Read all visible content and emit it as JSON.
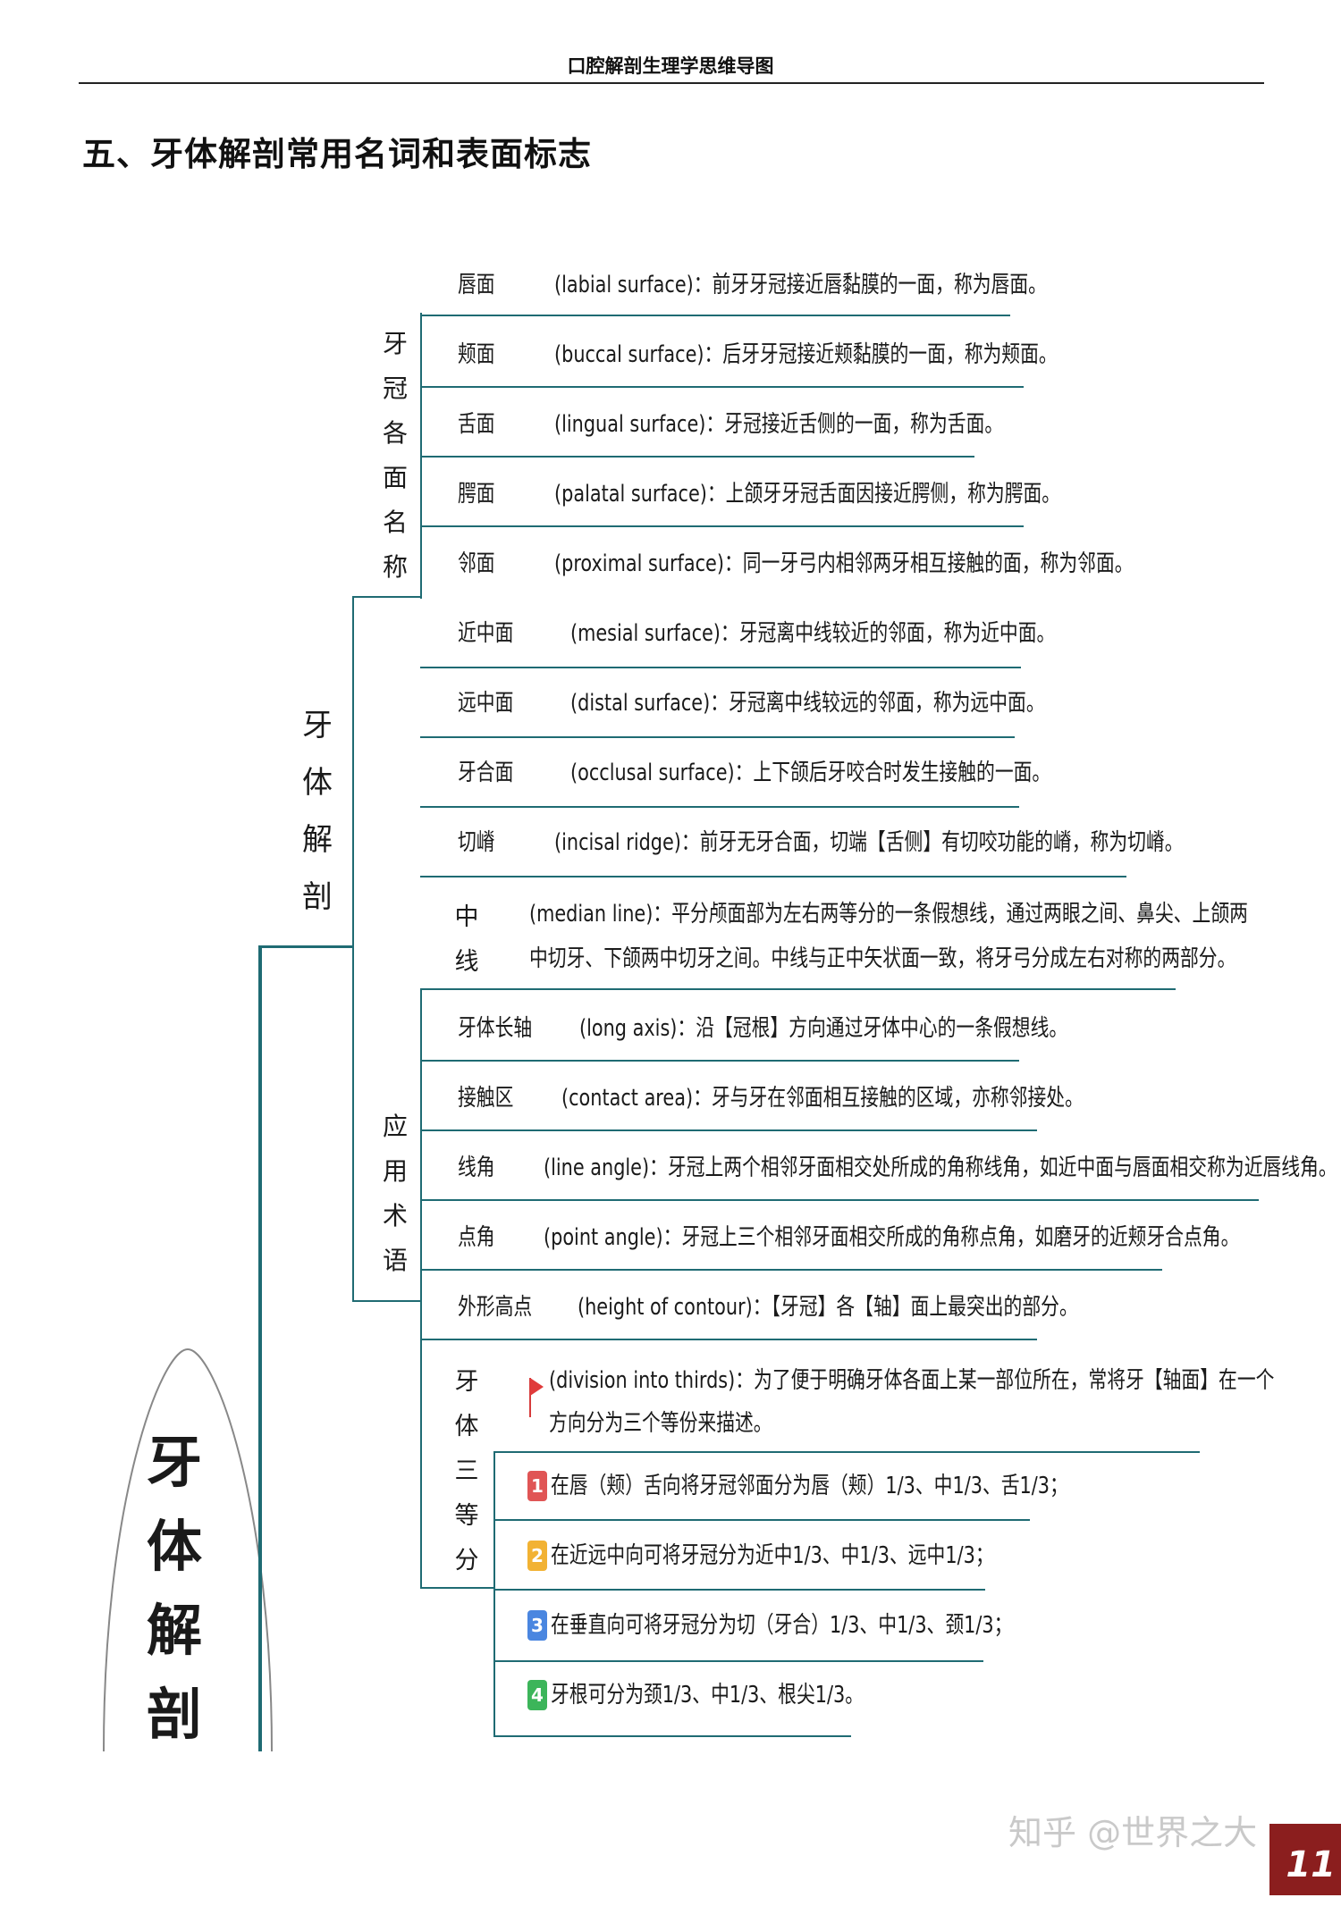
{
  "header": {
    "title": "口腔解剖生理学思维导图"
  },
  "section": {
    "heading": "五、牙体解剖常用名词和表面标志"
  },
  "root": {
    "label": "牙体解剖"
  },
  "branch": {
    "label": "牙体解剖"
  },
  "groups": {
    "crown_faces": "牙冠各面名称",
    "terms": "应用术语",
    "median": "中线",
    "thirds": "牙体三等分"
  },
  "crown_faces": [
    {
      "term": "唇面",
      "desc": "(labial surface)：前牙牙冠接近唇黏膜的一面，称为唇面。"
    },
    {
      "term": "颊面",
      "desc": "(buccal surface)：后牙牙冠接近颊黏膜的一面，称为颊面。"
    },
    {
      "term": "舌面",
      "desc": "(lingual surface)：牙冠接近舌侧的一面，称为舌面。"
    },
    {
      "term": "腭面",
      "desc": "(palatal surface)：上颌牙牙冠舌面因接近腭侧，称为腭面。"
    },
    {
      "term": "邻面",
      "desc": "(proximal surface)：同一牙弓内相邻两牙相互接触的面，称为邻面。"
    }
  ],
  "proximal_sub": [
    {
      "term": "近中面",
      "desc": "(mesial surface)：牙冠离中线较近的邻面，称为近中面。"
    },
    {
      "term": "远中面",
      "desc": "(distal surface)：牙冠离中线较远的邻面，称为远中面。"
    },
    {
      "term": "牙合面",
      "desc": "(occlusal surface)：上下颌后牙咬合时发生接触的一面。"
    },
    {
      "term": "切嵴",
      "desc": "(incisal ridge)：前牙无牙合面，切端【舌侧】有切咬功能的嵴，称为切嵴。"
    }
  ],
  "median_line": {
    "line1": "(median line)：平分颅面部为左右两等分的一条假想线，通过两眼之间、鼻尖、上颌两",
    "line2": "中切牙、下颌两中切牙之间。中线与正中矢状面一致，将牙弓分成左右对称的两部分。"
  },
  "terms": [
    {
      "term": "牙体长轴",
      "desc": "(long axis)：沿【冠根】方向通过牙体中心的一条假想线。"
    },
    {
      "term": "接触区",
      "desc": "(contact area)：牙与牙在邻面相互接触的区域，亦称邻接处。"
    },
    {
      "term": "线角",
      "desc": "(line angle)：牙冠上两个相邻牙面相交处所成的角称线角，如近中面与唇面相交称为近唇线角。"
    },
    {
      "term": "点角",
      "desc": "(point angle)：牙冠上三个相邻牙面相交所成的角称点角，如磨牙的近颊牙合点角。"
    },
    {
      "term": "外形高点",
      "desc": "(height of contour)：【牙冠】各【轴】面上最突出的部分。"
    }
  ],
  "thirds": {
    "intro1": "(division into thirds)：为了便于明确牙体各面上某一部位所在，常将牙【轴面】在一个",
    "intro2": "方向分为三个等份来描述。",
    "items": [
      {
        "num": "1",
        "color": "#e05555",
        "text": "在唇（颊）舌向将牙冠邻面分为唇（颊）1/3、中1/3、舌1/3；"
      },
      {
        "num": "2",
        "color": "#f2b233",
        "text": "在近远中向可将牙冠分为近中1/3、中1/3、远中1/3；"
      },
      {
        "num": "3",
        "color": "#4a86e0",
        "text": "在垂直向可将牙冠分为切（牙合）1/3、中1/3、颈1/3；"
      },
      {
        "num": "4",
        "color": "#3cb55a",
        "text": "牙根可分为颈1/3、中1/3、根尖1/3。"
      }
    ]
  },
  "watermark": "知乎 @世界之大",
  "page_number": "11"
}
